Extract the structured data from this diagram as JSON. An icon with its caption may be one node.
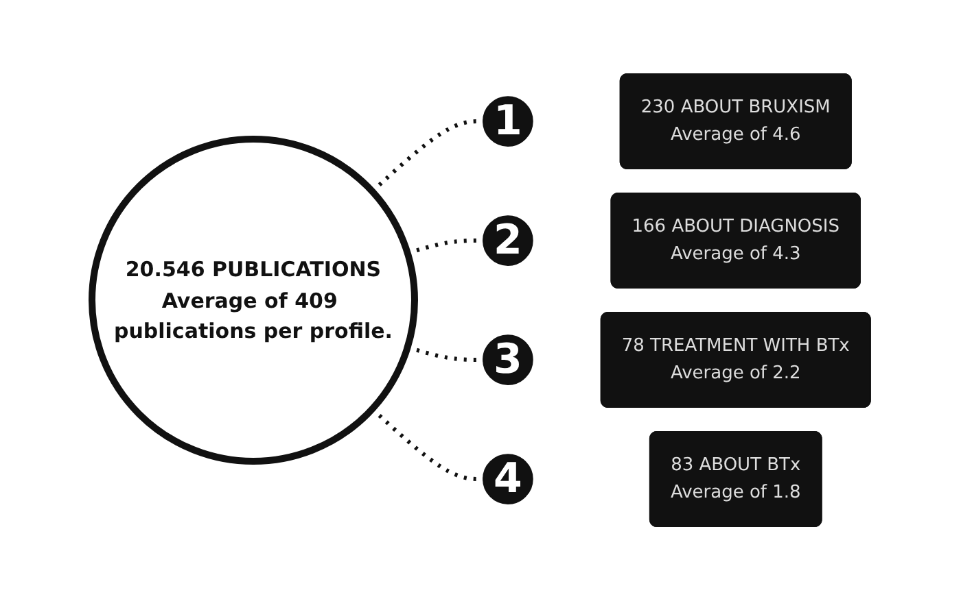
{
  "diagram": {
    "nodes": [
      {
        "text": [
          "20.546 PUBLICATIONS",
          "Average of 409 publications per profile."
        ]
      },
      {
        "text": [
          "1"
        ]
      },
      {
        "text": [
          "230 ABOUT BRUXISM",
          "Average of 4.6"
        ]
      },
      {
        "text": [
          "2"
        ]
      },
      {
        "text": [
          "166 ABOUT DIAGNOSIS",
          "Average of 4.3"
        ]
      },
      {
        "text": [
          "3"
        ]
      },
      {
        "text": [
          "78 TREATMENT WITH BTx",
          "Average of 2.2"
        ]
      },
      {
        "text": [
          "4"
        ]
      },
      {
        "text": [
          "83 ABOUT BTx",
          "Average of 1.8"
        ]
      }
    ],
    "edges": [
      {
        "from": 0,
        "to": 1,
        "arrow": "none",
        "style": "dashed"
      },
      {
        "from": 0,
        "to": 3,
        "arrow": "none",
        "style": "dashed"
      },
      {
        "from": 0,
        "to": 5,
        "arrow": "none",
        "style": "dashed"
      },
      {
        "from": 0,
        "to": 7,
        "arrow": "none",
        "style": "dashed"
      }
    ]
  }
}
